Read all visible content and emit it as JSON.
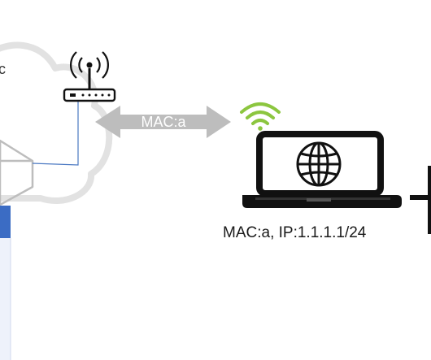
{
  "cloud": {
    "label_fragment": "c"
  },
  "link": {
    "arrow_label": "MAC:a"
  },
  "laptop": {
    "caption": "MAC:a, IP:1.1.1.1/24"
  },
  "colors": {
    "cloud_outline": "#e2e2e2",
    "cube_outline": "#bdbdbd",
    "cable": "#4a78c2",
    "arrow_fill": "#bdbdbd",
    "wifi_green": "#8cc63f",
    "device_black": "#111111",
    "panel_blue": "#3b6cc4",
    "panel_light": "#eef2fb"
  },
  "icons": {
    "router": "router-icon",
    "wifi": "wifi-icon",
    "laptop": "laptop-icon",
    "globe": "globe-icon",
    "cube": "cube-icon"
  }
}
